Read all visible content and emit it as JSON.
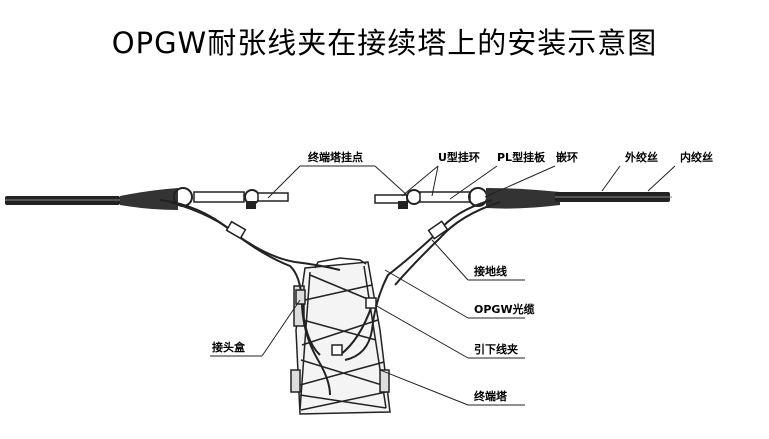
{
  "title": "OPGW耐张线夹在接续塔上的安装示意图",
  "labels": {
    "tower_hanging_point": "终端塔挂点",
    "u_shackle": "U型挂环",
    "pl_plate": "PL型挂板",
    "thimble_ring": "嵌环",
    "outer_strand": "外绞丝",
    "inner_strand": "内绞丝",
    "ground_wire": "接地线",
    "opgw_cable": "OPGW光缆",
    "down_lead_clamp": "引下线夹",
    "splice_box": "接头盒",
    "terminal_tower": "终端塔"
  }
}
